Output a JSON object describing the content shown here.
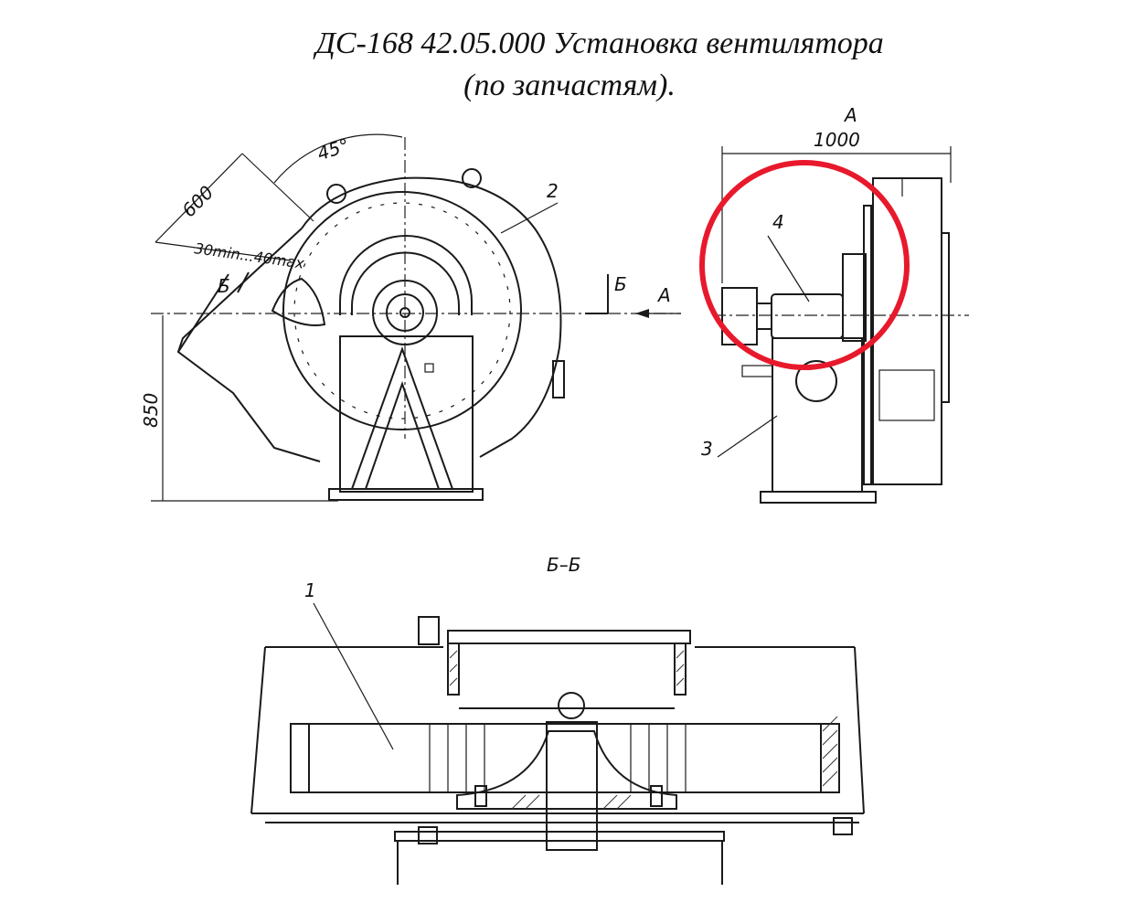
{
  "title": {
    "line1": "ДС-168 42.05.000 Установка вентилятора",
    "line2": "(по запчастям)."
  },
  "front_view": {
    "dim_angle": "45°",
    "dim_length": "600",
    "dim_range": "30min...40max",
    "dim_height": "850",
    "section_mark_left": "Б",
    "section_mark_right": "Б",
    "view_arrow": "А",
    "part_2": "2"
  },
  "side_view": {
    "view_label": "А",
    "dim_width": "1000",
    "part_4": "4",
    "part_3": "3",
    "highlight_color": "#e8192c"
  },
  "section_view": {
    "label": "Б–Б",
    "part_1": "1"
  }
}
